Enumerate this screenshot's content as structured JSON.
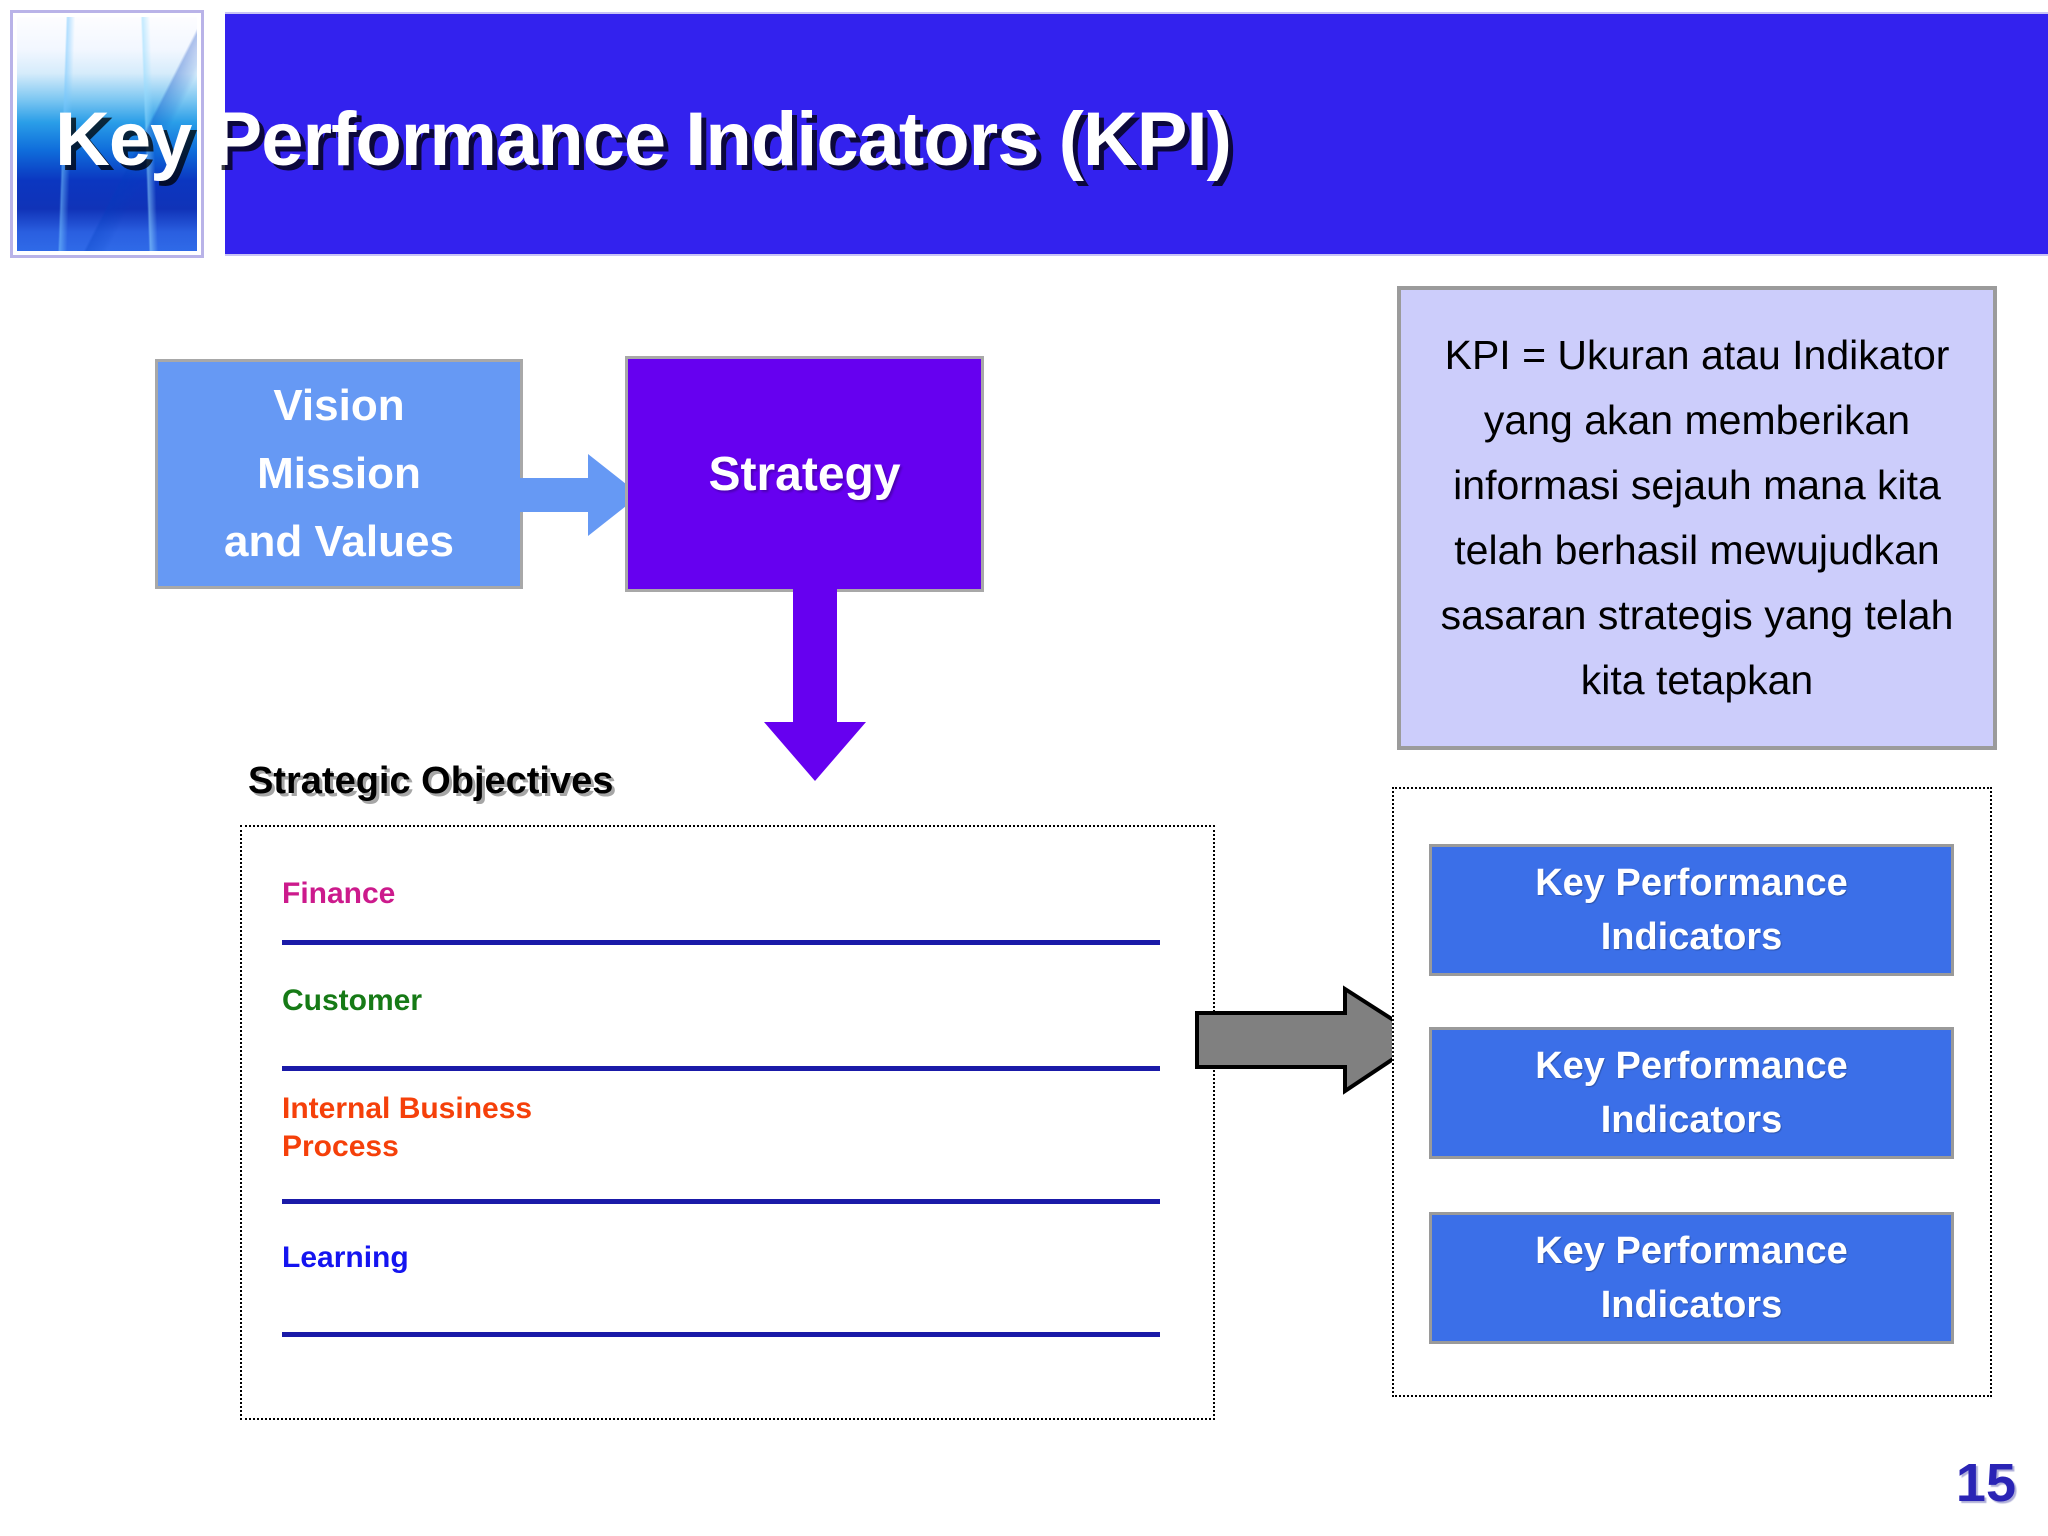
{
  "slide": {
    "title": "Key Performance Indicators (KPI)",
    "page_number": "15",
    "banner_color": "#3322ee",
    "background_color": "#ffffff"
  },
  "flow": {
    "vision_box": {
      "lines": [
        "Vision",
        "Mission",
        "and Values"
      ],
      "fill": "#6699f4",
      "text_color": "#ffffff"
    },
    "arrow_vision_to_strategy": {
      "icon": "right-arrow-icon",
      "color": "#6699f4"
    },
    "strategy_box": {
      "label": "Strategy",
      "fill": "#6600f0",
      "text_color": "#ffffff"
    },
    "arrow_strategy_down": {
      "icon": "down-arrow-icon",
      "color": "#6600f0"
    },
    "arrow_objectives_to_kpi": {
      "icon": "right-arrow-icon",
      "color": "#808080",
      "outline": "#000000"
    }
  },
  "kpi_definition": {
    "text": "KPI = Ukuran atau Indikator yang akan memberikan informasi sejauh mana kita telah berhasil mewujudkan sasaran strategis yang telah kita tetapkan",
    "fill": "#cccdfb",
    "border": "#9b9b9b"
  },
  "strategic_objectives": {
    "heading": "Strategic Objectives",
    "perspectives": [
      {
        "label": "Finance",
        "color": "#cc1a8c"
      },
      {
        "label": "Customer",
        "color": "#167a16"
      },
      {
        "label": "Internal Business\nProcess",
        "color": "#f5400a"
      },
      {
        "label": "Learning",
        "color": "#1414f0"
      }
    ],
    "rule_color": "#1a1aa8"
  },
  "kpi_list": {
    "items": [
      {
        "label": "Key Performance\nIndicators"
      },
      {
        "label": "Key Performance\nIndicators"
      },
      {
        "label": "Key Performance\nIndicators"
      }
    ],
    "fill": "#3b6fe8",
    "text_color": "#ffffff",
    "border": "#9a9a9a"
  }
}
